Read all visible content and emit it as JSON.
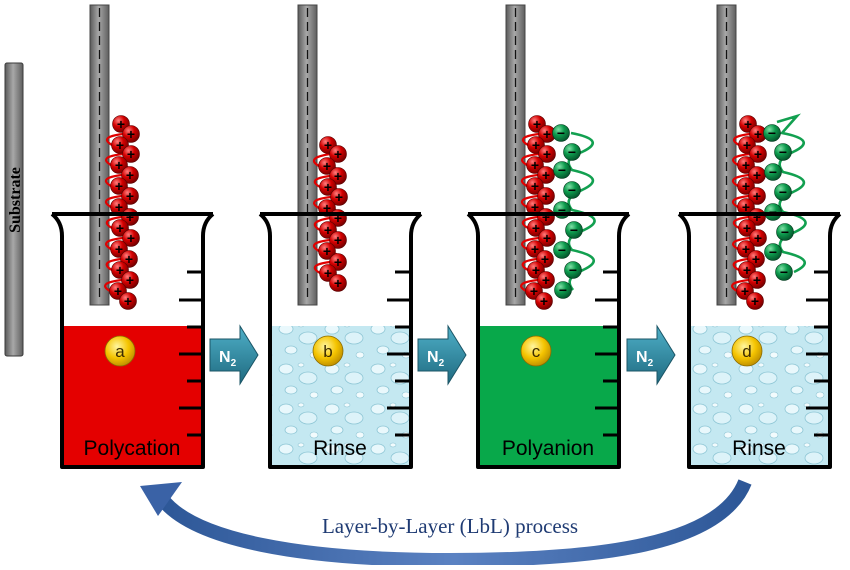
{
  "substrate_label": "Substrate",
  "process_label": "Layer-by-Layer (LbL) process",
  "arrow_label": {
    "main": "N",
    "sub": "2"
  },
  "colors": {
    "polycation": "#e40000",
    "polyanion": "#08a84a",
    "rinse": "#bfe6ef",
    "cation_bead": "#c40000",
    "anion_bead": "#0c8a45",
    "badge": "#f2c20a",
    "arrow": "#2f87a0",
    "curve_arrow": "#3a62a6"
  },
  "cation_sign": "+",
  "anion_sign": "−",
  "beakers": [
    {
      "letter": "a",
      "label": "Polycation",
      "fill": "polycation",
      "polycation": true,
      "polyanion": false
    },
    {
      "letter": "b",
      "label": "Rinse",
      "fill": "rinse",
      "polycation": true,
      "polyanion": false
    },
    {
      "letter": "c",
      "label": "Polyanion",
      "fill": "polyanion",
      "polycation": true,
      "polyanion": true
    },
    {
      "letter": "d",
      "label": "Rinse",
      "fill": "rinse",
      "polycation": true,
      "polyanion": true
    }
  ]
}
